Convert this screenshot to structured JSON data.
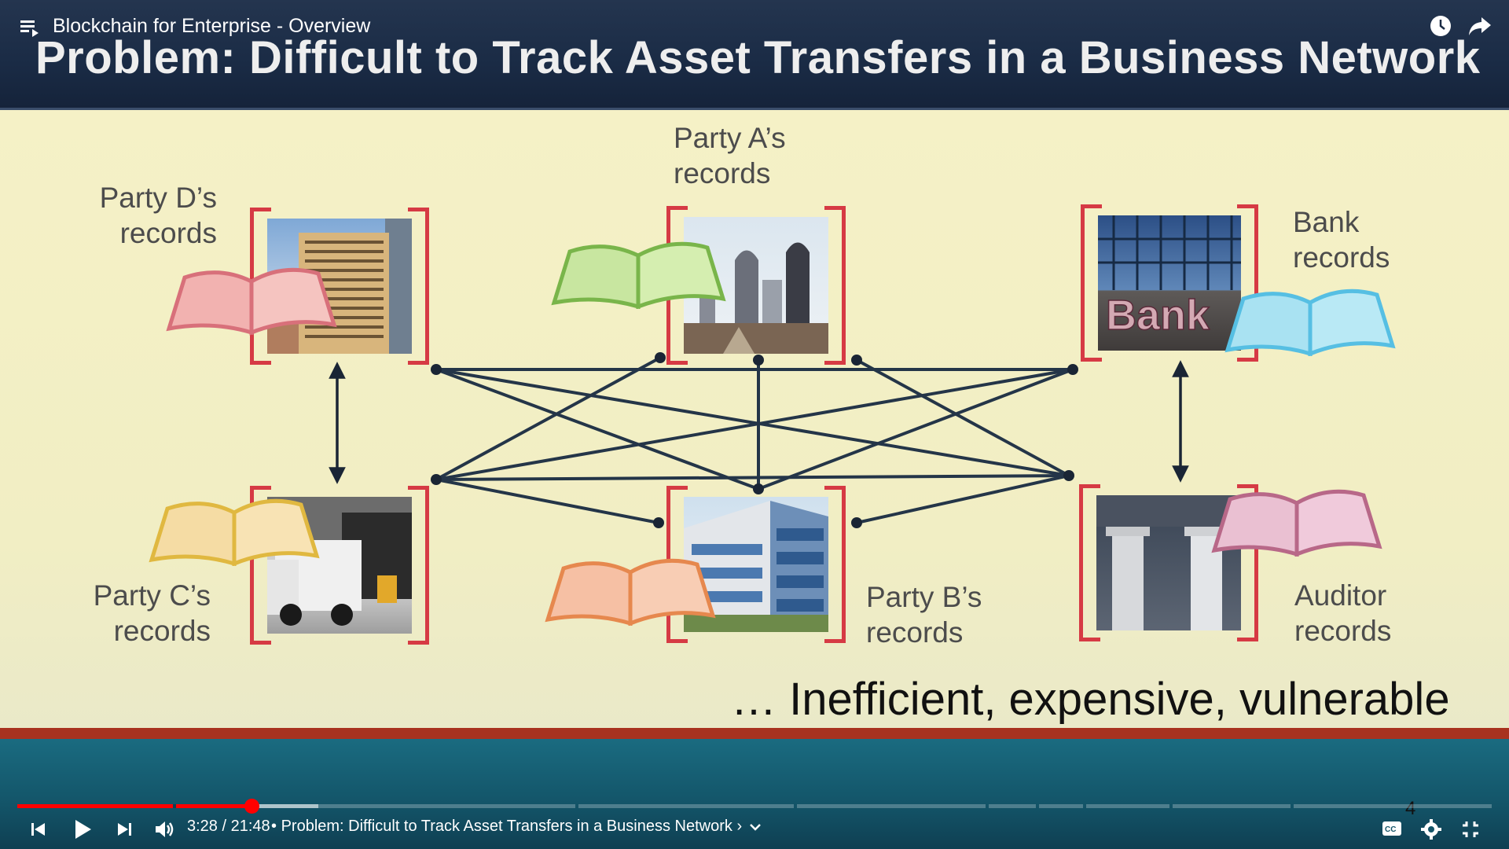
{
  "player": {
    "video_title": "Blockchain for Enterprise - Overview",
    "time_current": "3:28",
    "time_total": "21:48",
    "time_separator": "/",
    "chapter_separator": "•",
    "chapter_title": "Problem: Difficult to Track Asset Transfers in a Business Network",
    "chapter_chevron": "›",
    "progress_fraction": 0.159,
    "buffered_fraction": 0.204,
    "page_marker": "4",
    "icons": [
      "playlist-icon",
      "watch-later-icon",
      "share-icon",
      "previous-icon",
      "play-icon",
      "next-icon",
      "volume-icon",
      "expand-chevron-icon",
      "captions-icon",
      "settings-icon",
      "exit-fullscreen-icon"
    ],
    "colors": {
      "progress": "#ff0000",
      "title_bar": "#1a2b45",
      "band_red": "#a8321f",
      "band_teal": "#135468",
      "bracket": "#d63a44"
    }
  },
  "slide": {
    "title": "Problem: Difficult to Track Asset Transfers in a Business Network",
    "parties": [
      {
        "key": "party-d",
        "line1": "Party D’s",
        "line2": "records",
        "book_color": "#e9898a",
        "photo": "office-tower"
      },
      {
        "key": "party-a",
        "line1": "Party A’s",
        "line2": "records",
        "book_color": "#8fcf6a",
        "photo": "city-skyline"
      },
      {
        "key": "bank",
        "line1": "Bank",
        "line2": "records",
        "book_color": "#6cc9e8",
        "photo": "bank-building",
        "photo_text": "Bank"
      },
      {
        "key": "party-c",
        "line1": "Party C’s",
        "line2": "records",
        "book_color": "#e8c25a",
        "photo": "delivery-truck"
      },
      {
        "key": "party-b",
        "line1": "Party B’s",
        "line2": "records",
        "book_color": "#ec9a6c",
        "photo": "glass-office"
      },
      {
        "key": "auditor",
        "line1": "Auditor",
        "line2": "records",
        "book_color": "#c77a9a",
        "photo": "columns"
      }
    ],
    "tagline": "… Inefficient, expensive, vulnerable"
  }
}
